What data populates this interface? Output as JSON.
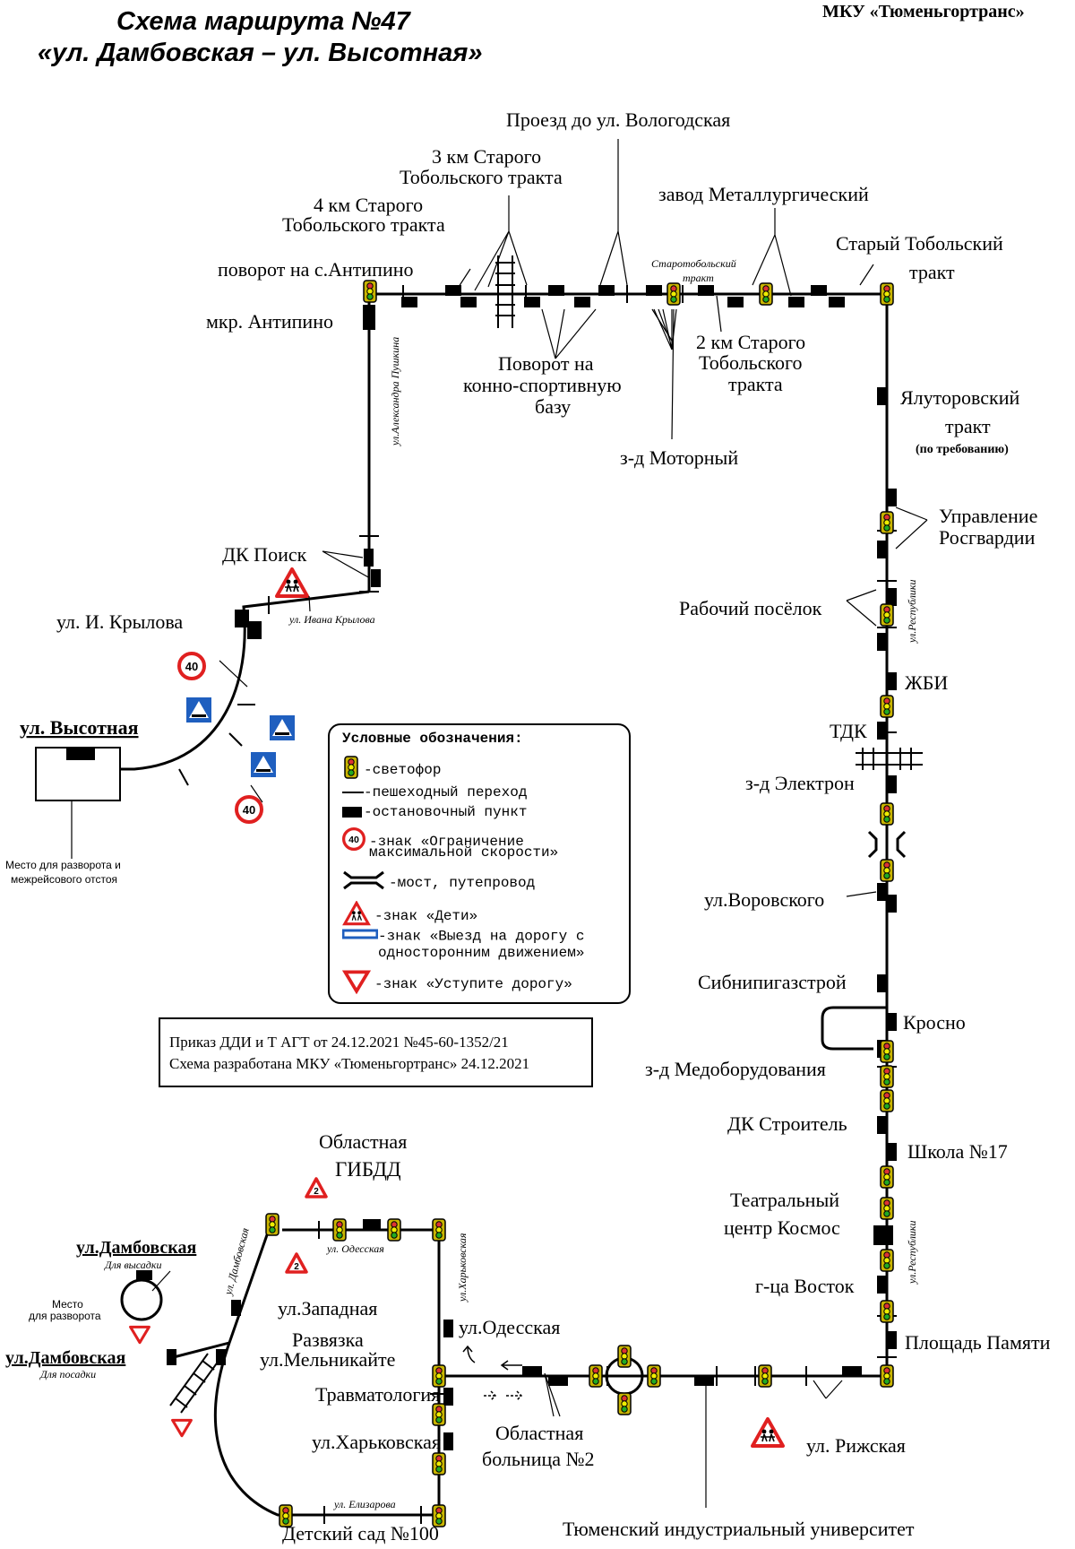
{
  "header": {
    "title_line1": "Схема маршрута №47",
    "title_line2": "«ул. Дамбовская – ул. Высотная»",
    "organization": "МКУ «Тюменьгортранс»"
  },
  "stops": {
    "povorot_antipino": "поворот на с.Антипино",
    "mkr_antipino": "мкр. Антипино",
    "km4_l1": "4 км Старого",
    "km4_l2": "Тобольского тракта",
    "km3_l1": "3 км Старого",
    "km3_l2": "Тобольского тракта",
    "proezd_vologodskaya": "Проезд до ул. Вологодская",
    "zavod_metall": "завод Металлургический",
    "stary_tobolsky_l1": "Старый Тобольский",
    "stary_tobolsky_l2": "тракт",
    "povorot_konno_l1": "Поворот на",
    "povorot_konno_l2": "конно-спортивную",
    "povorot_konno_l3": "базу",
    "km2_l1": "2 км Старого",
    "km2_l2": "Тобольского",
    "km2_l3": "тракта",
    "zd_motorny": "з-д Моторный",
    "yalutorovsky_l1": "Ялуторовский",
    "yalutorovsky_l2": "тракт",
    "yalutorovsky_note": "(по требованию)",
    "upr_rosgvardii_l1": "Управление",
    "upr_rosgvardii_l2": "Росгвардии",
    "rabochy_posyolok": "Рабочий посёлок",
    "zhbi": "ЖБИ",
    "tdk": "ТДК",
    "zd_elektron": "з-д Электрон",
    "ul_vorovskogo": "ул.Воровского",
    "sibnipigazstroy": "Сибнипигазстрой",
    "krosno": "Кросно",
    "zd_medoborud": "з-д Медоборудования",
    "dk_stroitel": "ДК Строитель",
    "shkola17": "Школа №17",
    "teatr_l1": "Театральный",
    "teatr_l2": "центр Космос",
    "gca_vostok": "г-ца Восток",
    "ploshchad_pamyati": "Площадь Памяти",
    "ul_rizhskaya": "ул. Рижская",
    "tiu": "Тюменский индустриальный университет",
    "obl_bolnitsa_l1": "Областная",
    "obl_bolnitsa_l2": "больница №2",
    "ul_odesskaya": "ул.Одесская",
    "travmatologiya": "Травматология",
    "ul_kharkovskaya": "ул.Харьковская",
    "detsky_sad": "Детский сад №100",
    "razvyazka_l1": "Развязка",
    "razvyazka_l2": "ул.Мельникайте",
    "ul_zapadnaya": "ул.Западная",
    "obl_gibdd_l1": "Областная",
    "obl_gibdd_l2": "ГИБДД",
    "dk_poisk": "ДК Поиск",
    "ul_krylova": "ул. И. Крылова",
    "ul_vysotnaya": "ул. Высотная",
    "ul_dambovskaya_vysadka": "ул.Дамбовская",
    "ul_dambovskaya_posadka": "ул.Дамбовская"
  },
  "notes": {
    "vysadka": "Для высадки",
    "posadka": "Для посадки",
    "mesto_razvorota_l1": "Место",
    "mesto_razvorota_l2": "для разворота",
    "razvorot_otstoy_l1": "Место для разворота и",
    "razvorot_otstoy_l2": "межрейсового отстоя"
  },
  "streets": {
    "pushkina": "ул.Александра Пушкина",
    "starotobolsky_l1": "Старотобольский",
    "starotobolsky_l2": "тракт",
    "respubliki_top": "ул.Республики",
    "respubliki_bottom": "ул.Республики",
    "ivana_krylova": "ул. Ивана Крылова",
    "odesskaya": "ул. Одесская",
    "kharkovskaya": "ул.Харьковская",
    "elizarova": "ул. Елизарова",
    "dambovskaya": "ул. Дамбовская"
  },
  "signs": {
    "speed_limit": "40",
    "yield_number": "2"
  },
  "legend": {
    "title": "Условные обозначения:",
    "traffic_light": "-светофор",
    "crossing": "-пешеходный переход",
    "stop": "-остановочный пункт",
    "speed_l1": "-знак «Ограничение",
    "speed_l2": "максимальной скорости»",
    "bridge": "-мост, путепровод",
    "children": "-знак «Дети»",
    "oneway_l1": "-знак «Выезд на дорогу с",
    "oneway_l2": "односторонним движением»",
    "yield": "-знак «Уступите дорогу»"
  },
  "order": {
    "line1": "Приказ ДДИ и Т АГТ от 24.12.2021 №45-60-1352/21",
    "line2": "Схема разработана МКУ «Тюменьгортранс» 24.12.2021"
  },
  "colors": {
    "route": "#000000",
    "sign_red": "#e02020",
    "sign_blue": "#1f5fbf",
    "light_yellow": "#c8b400"
  }
}
